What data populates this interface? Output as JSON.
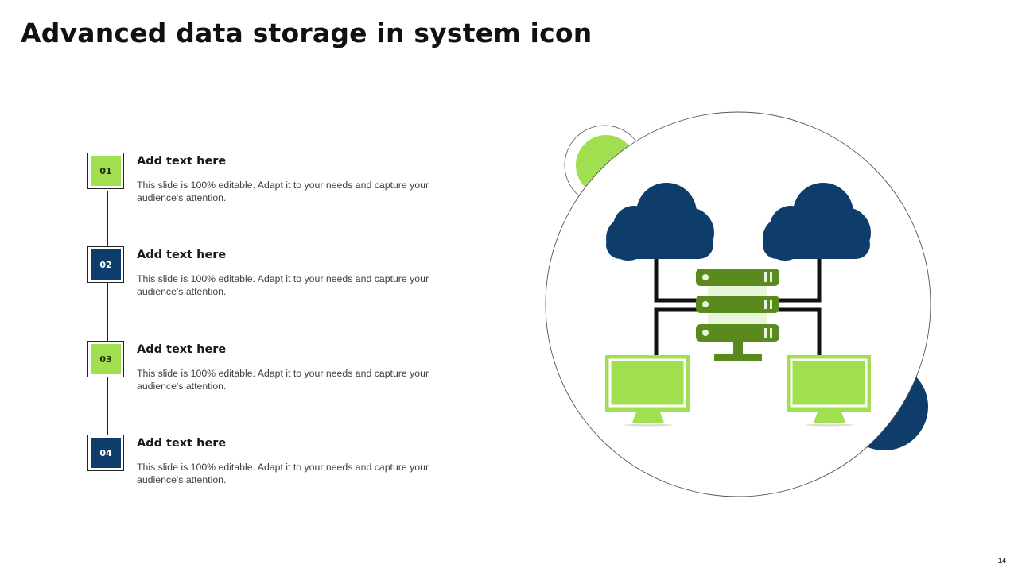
{
  "slide": {
    "title": "Advanced data storage in system icon",
    "page_number": "14"
  },
  "steps": [
    {
      "number": "01",
      "heading": "Add text here",
      "description": "This slide is 100% editable. Adapt it to your needs and capture your audience's attention.",
      "color": "green"
    },
    {
      "number": "02",
      "heading": "Add text here",
      "description": "This slide is 100% editable. Adapt it to your needs and capture your audience's attention.",
      "color": "navy"
    },
    {
      "number": "03",
      "heading": "Add text here",
      "description": "This slide is 100% editable. Adapt it to your needs and capture your audience's attention.",
      "color": "green"
    },
    {
      "number": "04",
      "heading": "Add text here",
      "description": "This slide is 100% editable. Adapt it to your needs and capture your audience's attention.",
      "color": "navy"
    }
  ],
  "colors": {
    "accent_green": "#a0e050",
    "accent_navy": "#0f3d6b",
    "server_green": "#5a8a1e"
  },
  "illustration": {
    "icons": [
      "cloud-icon",
      "cloud-icon",
      "server-icon",
      "monitor-icon",
      "monitor-icon"
    ]
  }
}
